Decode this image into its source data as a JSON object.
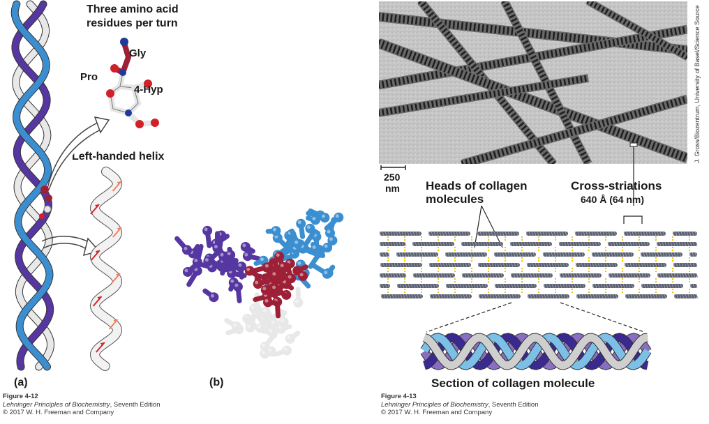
{
  "figure_12": {
    "panel_a_label": "(a)",
    "panel_b_label": "(b)",
    "label_residues": "Three amino acid residues per turn",
    "label_gly": "Gly",
    "label_pro": "Pro",
    "label_hyp": "4-Hyp",
    "label_left_helix": "Left-handed helix",
    "caption_figure": "Figure 4-12",
    "caption_book": "Lehninger Principles of Biochemistry",
    "caption_edition": ", Seventh Edition",
    "caption_copyright": "© 2017 W. H. Freeman and Company"
  },
  "figure_13": {
    "scale_bar_value": "250",
    "scale_bar_unit": "nm",
    "credit": "J. Gross/Biozentrum, University of Basel/Science Source",
    "label_heads": "Heads of collagen molecules",
    "label_cross": "Cross-striations",
    "label_cross_value": "640 Å (64 nm)",
    "label_section": "Section of collagen molecule",
    "caption_figure": "Figure 4-13",
    "caption_book": "Lehninger Principles of Biochemistry",
    "caption_edition": ", Seventh Edition",
    "caption_copyright": "© 2017 W. H. Freeman and Company"
  },
  "colors": {
    "strand_blue": "#3b8fd0",
    "strand_purple": "#5636a0",
    "strand_white": "#e8e8e8",
    "residue_red": "#9e2037",
    "arrow_red": "#d8202a",
    "arrow_salmon": "#f08060",
    "fibril_gray": "#5a6070",
    "crosslink_yellow": "#f2c400"
  }
}
